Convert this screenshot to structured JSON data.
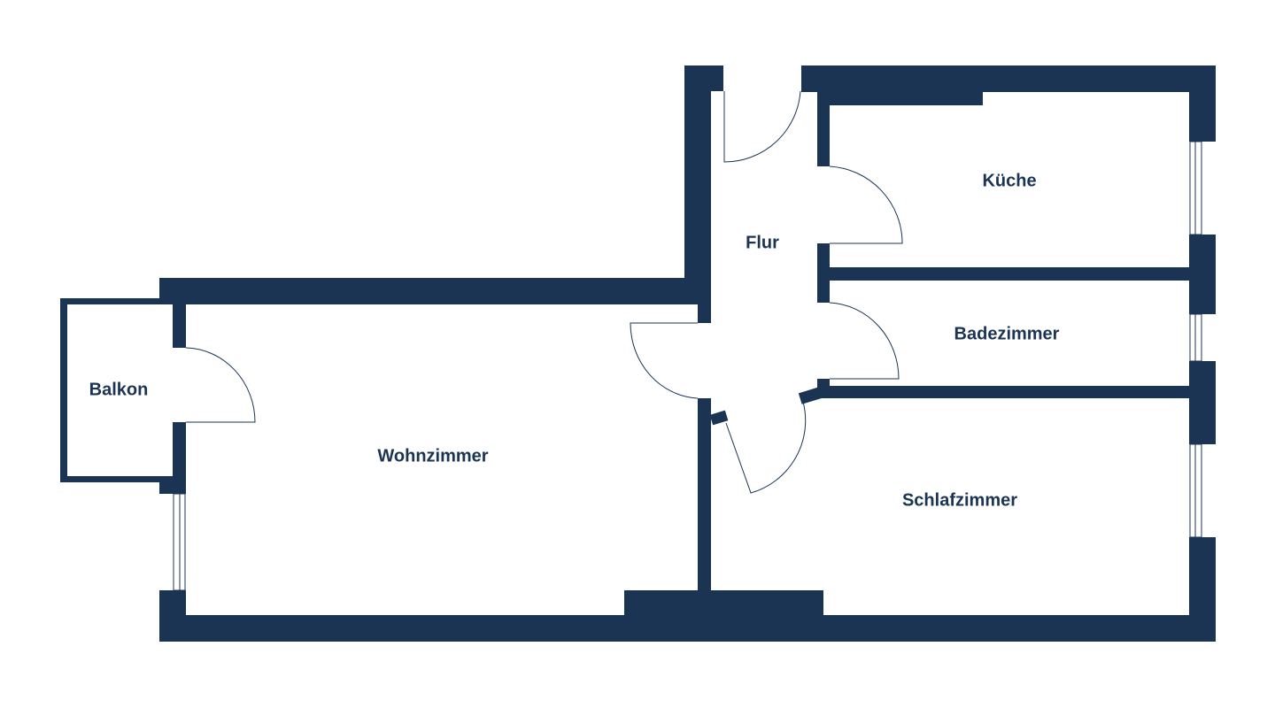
{
  "title": "Floor plan",
  "colors": {
    "wall": "#1b3453",
    "background": "#ffffff"
  },
  "rooms": {
    "kueche": "Küche",
    "flur": "Flur",
    "badezimmer": "Badezimmer",
    "balkon": "Balkon",
    "wohnzimmer": "Wohnzimmer",
    "schlafzimmer": "Schlafzimmer"
  }
}
